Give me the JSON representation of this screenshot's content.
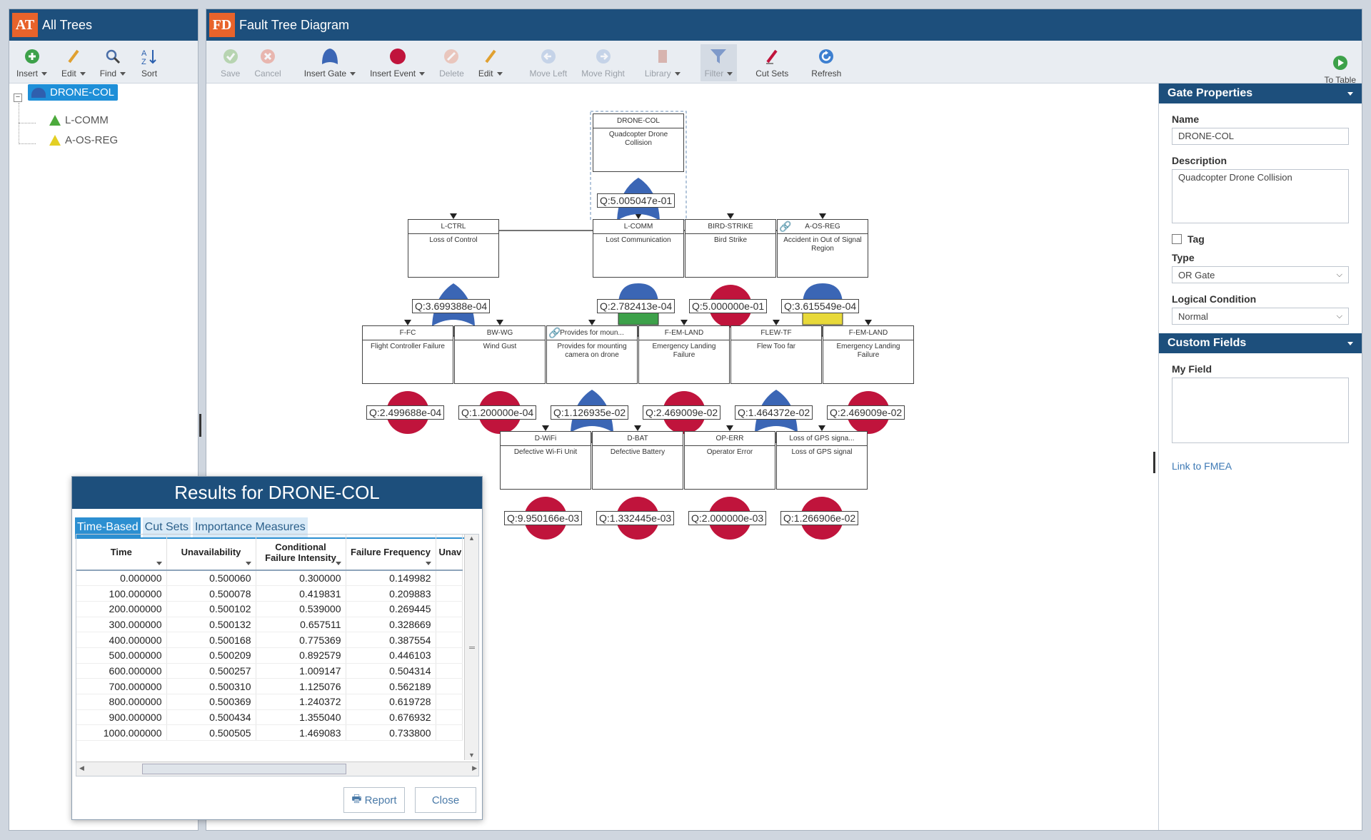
{
  "left_panel": {
    "badge": "AT",
    "title": "All Trees",
    "toolbar": [
      {
        "label": "Insert",
        "caret": true
      },
      {
        "label": "Edit",
        "caret": true
      },
      {
        "label": "Find",
        "caret": true
      },
      {
        "label": "Sort",
        "caret": false
      }
    ],
    "tree": {
      "root": "DRONE-COL",
      "children": [
        "L-COMM",
        "A-OS-REG"
      ]
    }
  },
  "center_panel": {
    "badge": "FD",
    "title": "Fault Tree Diagram",
    "toolbar": [
      {
        "label": "Save",
        "caret": false,
        "enabled": false
      },
      {
        "label": "Cancel",
        "caret": false,
        "enabled": false
      },
      {
        "label": "Insert Gate",
        "caret": true,
        "enabled": true
      },
      {
        "label": "Insert Event",
        "caret": true,
        "enabled": true
      },
      {
        "label": "Delete",
        "caret": false,
        "enabled": false
      },
      {
        "label": "Edit",
        "caret": true,
        "enabled": true
      },
      {
        "label": "Move Left",
        "caret": false,
        "enabled": false
      },
      {
        "label": "Move Right",
        "caret": false,
        "enabled": false
      },
      {
        "label": "Library",
        "caret": true,
        "enabled": false
      },
      {
        "label": "Filter",
        "caret": true,
        "enabled": false
      },
      {
        "label": "Cut Sets",
        "caret": false,
        "enabled": true
      },
      {
        "label": "Refresh",
        "caret": false,
        "enabled": true
      }
    ],
    "to_table": "To Table"
  },
  "diagram": {
    "nodes": [
      {
        "id": "DRONE-COL",
        "desc": "Quadcopter Drone Collision",
        "q": "Q:5.005047e-01",
        "kind": "or-gate"
      },
      {
        "id": "L-CTRL",
        "desc": "Loss of Control",
        "q": "Q:3.699388e-04",
        "kind": "or-gate"
      },
      {
        "id": "L-COMM",
        "desc": "Lost Communication",
        "q": "Q:2.782413e-04",
        "kind": "and-transfer-green"
      },
      {
        "id": "BIRD-STRIKE",
        "desc": "Bird Strike",
        "q": "Q:5.000000e-01",
        "kind": "event"
      },
      {
        "id": "A-OS-REG",
        "desc": "Accident in Out of Signal Region",
        "q": "Q:3.615549e-04",
        "kind": "and-transfer-yellow"
      },
      {
        "id": "F-FC",
        "desc": "Flight Controller Failure",
        "q": "Q:2.499688e-04",
        "kind": "event"
      },
      {
        "id": "BW-WG",
        "desc": "Wind Gust",
        "q": "Q:1.200000e-04",
        "kind": "event"
      },
      {
        "id": "Provides for moun...",
        "desc": "Provides for mounting camera on drone",
        "q": "Q:1.126935e-02",
        "kind": "or-gate"
      },
      {
        "id": "F-EM-LAND",
        "desc": "Emergency Landing Failure",
        "q": "Q:2.469009e-02",
        "kind": "event"
      },
      {
        "id": "FLEW-TF",
        "desc": "Flew Too far",
        "q": "Q:1.464372e-02",
        "kind": "or-gate"
      },
      {
        "id": "F-EM-LAND",
        "desc": "Emergency Landing Failure",
        "q": "Q:2.469009e-02",
        "kind": "event"
      },
      {
        "id": "D-WiFi",
        "desc": "Defective Wi-Fi Unit",
        "q": "Q:9.950166e-03",
        "kind": "event"
      },
      {
        "id": "D-BAT",
        "desc": "Defective Battery",
        "q": "Q:1.332445e-03",
        "kind": "event"
      },
      {
        "id": "OP-ERR",
        "desc": "Operator Error",
        "q": "Q:2.000000e-03",
        "kind": "event"
      },
      {
        "id": "Loss of GPS signa...",
        "desc": "Loss of GPS signal",
        "q": "Q:1.266906e-02",
        "kind": "event"
      }
    ]
  },
  "properties": {
    "section": "Gate Properties",
    "name_label": "Name",
    "name": "DRONE-COL",
    "desc_label": "Description",
    "desc": "Quadcopter Drone Collision",
    "tag_label": "Tag",
    "type_label": "Type",
    "type": "OR Gate",
    "logic_label": "Logical Condition",
    "logic": "Normal",
    "custom_section": "Custom Fields",
    "field_label": "My Field",
    "link": "Link to FMEA"
  },
  "results": {
    "title": "Results for DRONE-COL",
    "tabs": [
      "Time-Based",
      "Cut Sets",
      "Importance Measures"
    ],
    "columns": [
      "Time",
      "Unavailability",
      "Conditional Failure Intensity",
      "Failure Frequency",
      "Unav"
    ],
    "rows": [
      [
        "0.000000",
        "0.500060",
        "0.300000",
        "0.149982"
      ],
      [
        "100.000000",
        "0.500078",
        "0.419831",
        "0.209883"
      ],
      [
        "200.000000",
        "0.500102",
        "0.539000",
        "0.269445"
      ],
      [
        "300.000000",
        "0.500132",
        "0.657511",
        "0.328669"
      ],
      [
        "400.000000",
        "0.500168",
        "0.775369",
        "0.387554"
      ],
      [
        "500.000000",
        "0.500209",
        "0.892579",
        "0.446103"
      ],
      [
        "600.000000",
        "0.500257",
        "1.009147",
        "0.504314"
      ],
      [
        "700.000000",
        "0.500310",
        "1.125076",
        "0.562189"
      ],
      [
        "800.000000",
        "0.500369",
        "1.240372",
        "0.619728"
      ],
      [
        "900.000000",
        "0.500434",
        "1.355040",
        "0.676932"
      ],
      [
        "1000.000000",
        "0.500505",
        "1.469083",
        "0.733800"
      ]
    ],
    "report": "Report",
    "close": "Close"
  },
  "colors": {
    "header": "#1d4f7c",
    "badge": "#e8632b",
    "gate": "#3b66b5",
    "event": "#c0143c",
    "green": "#3da14a",
    "yellow": "#e8d93a"
  }
}
